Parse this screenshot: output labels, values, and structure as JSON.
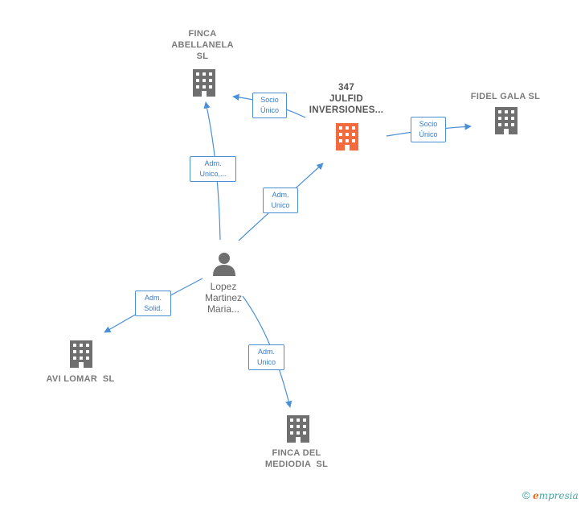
{
  "colors": {
    "edge": "#4a90d9",
    "company": "#6f6f6f",
    "main_company": "#f26a3d",
    "person": "#6f6f6f"
  },
  "nodes": {
    "finca_abellanela": {
      "lines": [
        "FINCA",
        "ABELLANELA",
        "SL"
      ],
      "icon": "building-icon"
    },
    "julfid": {
      "lines": [
        "347",
        "JULFID",
        "INVERSIONES..."
      ],
      "icon": "building-icon"
    },
    "fidel_gala": {
      "lines": [
        "FIDEL GALA SL"
      ],
      "icon": "building-icon"
    },
    "person": {
      "lines": [
        "Lopez",
        "Martinez",
        "Maria..."
      ],
      "icon": "person-icon"
    },
    "avi_lomar": {
      "lines": [
        "AVI LOMAR  SL"
      ],
      "icon": "building-icon"
    },
    "finca_mediodia": {
      "lines": [
        "FINCA DEL",
        "MEDIODIA  SL"
      ],
      "icon": "building-icon"
    }
  },
  "edges": {
    "julfid_to_abellanela": [
      "Socio",
      "Único"
    ],
    "julfid_to_fidel": [
      "Socio",
      "Único"
    ],
    "person_to_abellanela": [
      "Adm.",
      "Unico,..."
    ],
    "person_to_julfid": [
      "Adm.",
      "Unico"
    ],
    "person_to_avi": [
      "Adm.",
      "Solid."
    ],
    "person_to_mediodia": [
      "Adm.",
      "Unico"
    ]
  },
  "footer": {
    "copyright": "©",
    "brand_initial": "e",
    "brand_rest": "mpresia"
  }
}
